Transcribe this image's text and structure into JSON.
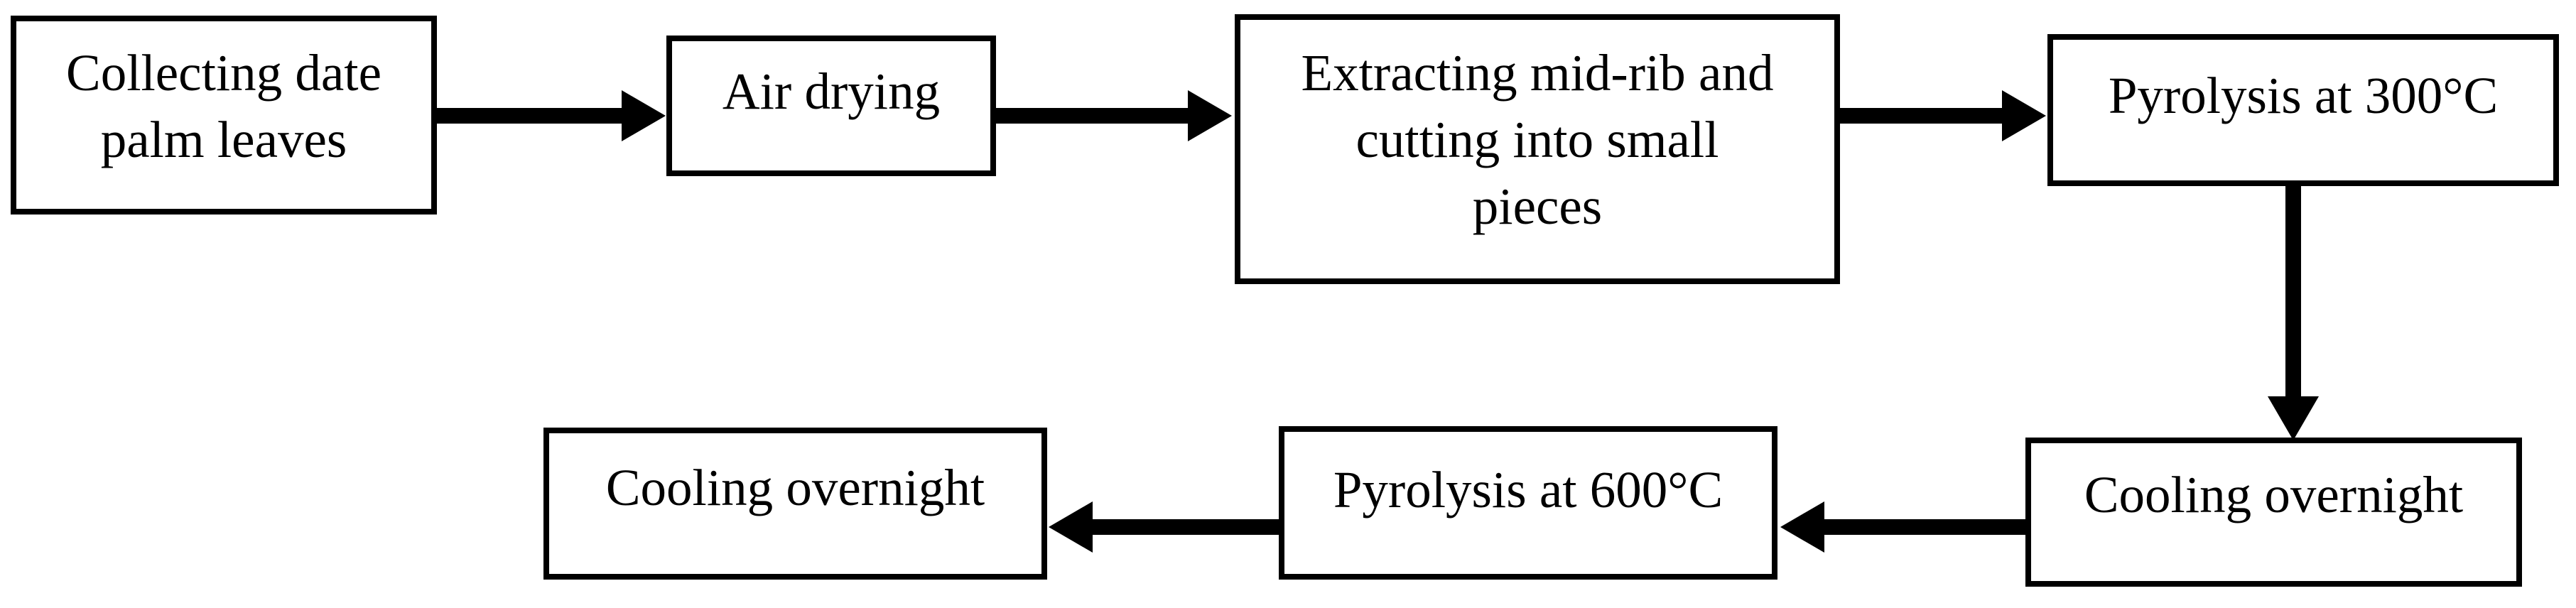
{
  "diagram": {
    "description": "Flowchart of date palm leaf biochar preparation steps",
    "background_color": "#ffffff",
    "stroke_color": "#000000",
    "text_color": "#000000",
    "boxes": [
      {
        "id": "collecting",
        "label": "Collecting date\npalm leaves"
      },
      {
        "id": "air-drying",
        "label": "Air drying"
      },
      {
        "id": "extracting",
        "label": "Extracting mid-rib and\ncutting into small\npieces"
      },
      {
        "id": "pyrolysis-300",
        "label": "Pyrolysis at 300°C"
      },
      {
        "id": "cooling-1",
        "label": "Cooling overnight"
      },
      {
        "id": "pyrolysis-600",
        "label": "Pyrolysis at 600°C"
      },
      {
        "id": "cooling-2",
        "label": "Cooling overnight"
      }
    ],
    "connections": [
      {
        "from": "collecting",
        "to": "air-drying",
        "direction": "right"
      },
      {
        "from": "air-drying",
        "to": "extracting",
        "direction": "right"
      },
      {
        "from": "extracting",
        "to": "pyrolysis-300",
        "direction": "right"
      },
      {
        "from": "pyrolysis-300",
        "to": "cooling-1",
        "direction": "down"
      },
      {
        "from": "cooling-1",
        "to": "pyrolysis-600",
        "direction": "left"
      },
      {
        "from": "pyrolysis-600",
        "to": "cooling-2",
        "direction": "left"
      }
    ]
  }
}
